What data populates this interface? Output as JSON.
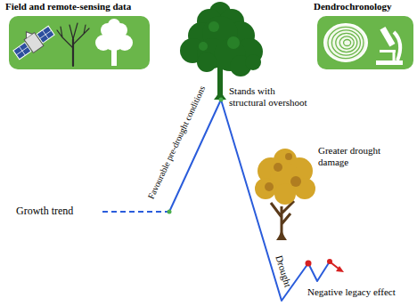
{
  "diagram": {
    "nodes": [
      {
        "text": [
          "Field and remote-sensing data"
        ]
      },
      {
        "text": [
          "Dendrochronology"
        ]
      }
    ],
    "labels": [
      "Growth trend",
      "Favourable pre-drought conditions",
      "Stands with structural overshoot",
      "Greater drought damage",
      "Drought",
      "Negative legacy effect"
    ]
  }
}
